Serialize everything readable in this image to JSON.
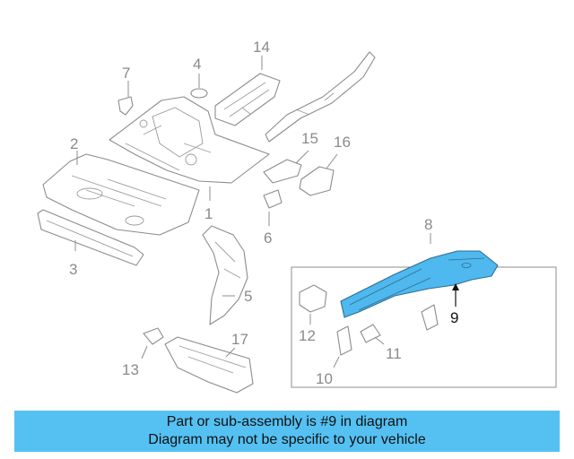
{
  "diagram": {
    "callouts": [
      "1",
      "2",
      "3",
      "4",
      "5",
      "6",
      "7",
      "8",
      "9",
      "10",
      "11",
      "12",
      "13",
      "14",
      "15",
      "16",
      "17"
    ],
    "highlighted_part": "9",
    "highlight_color": "#4fb8ee"
  },
  "caption": {
    "line1": "Part or sub-assembly is #9 in diagram",
    "line2": "Diagram may not be specific to your vehicle",
    "background": "#55c1f2"
  }
}
